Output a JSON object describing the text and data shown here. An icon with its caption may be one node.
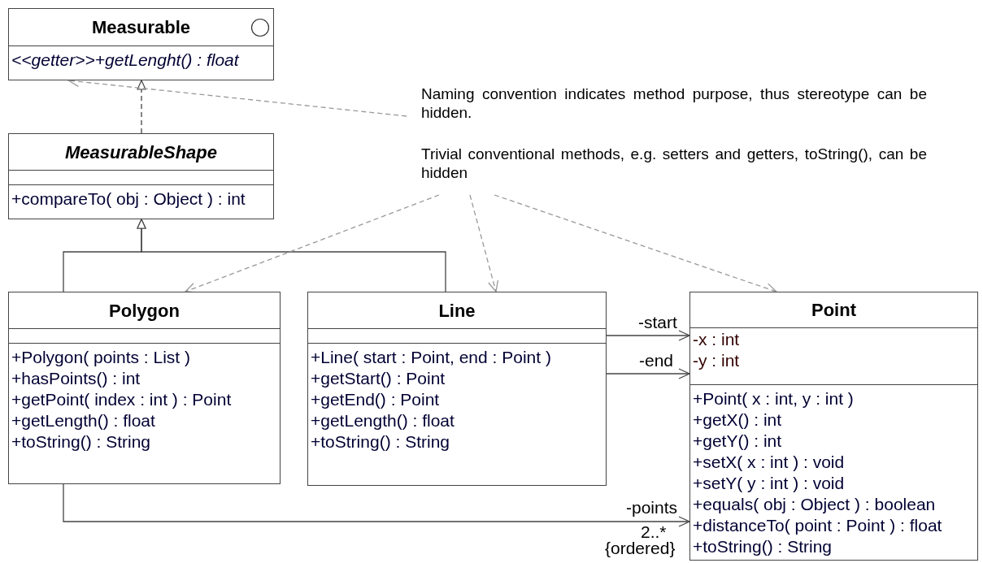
{
  "diagram": {
    "nodes": [
      {
        "text": [
          "Measurable",
          "<<getter>>+getLenght() : float"
        ]
      },
      {
        "text": [
          "MeasurableShape",
          "+compareTo( obj : Object ) : int"
        ]
      },
      {
        "text": [
          "Polygon",
          "+Polygon( points : List )",
          "+hasPoints() : int",
          "+getPoint( index : int ) : Point",
          "+getLength() : float",
          "+toString() : String"
        ]
      },
      {
        "text": [
          "Line",
          "+Line( start : Point, end : Point )",
          "+getStart() : Point",
          "+getEnd() : Point",
          "+getLength() : float",
          "+toString() : String"
        ]
      },
      {
        "text": [
          "Point",
          "-x : int",
          "-y : int",
          "+Point( x : int, y : int )",
          "+getX() : int",
          "+getY() : int",
          "+setX( x : int ) : void",
          "+setY( y : int ) : void",
          "+equals( obj : Object ) : boolean",
          "+distanceTo( point : Point ) : float",
          "+toString() : String"
        ]
      },
      {
        "text": [
          "Naming convention indicates method purpose, thus stereotype can be hidden."
        ]
      },
      {
        "text": [
          "Trivial conventional methods, e.g. setters and getters, toString(), can be hidden"
        ]
      }
    ],
    "edges": [
      {
        "from": 1,
        "to": 0,
        "arrow": "to",
        "style": "dashed"
      },
      {
        "from": 2,
        "to": 1,
        "arrow": "to"
      },
      {
        "from": 3,
        "to": 1,
        "arrow": "to"
      },
      {
        "from": 5,
        "to": 0,
        "arrow": "to",
        "style": "dashed",
        "color": "#999999"
      },
      {
        "from": 6,
        "to": 2,
        "arrow": "to",
        "style": "dashed",
        "color": "#999999"
      },
      {
        "from": 6,
        "to": 3,
        "arrow": "to",
        "style": "dashed",
        "color": "#999999"
      },
      {
        "from": 6,
        "to": 4,
        "arrow": "to",
        "style": "dashed",
        "color": "#999999"
      },
      {
        "from": 3,
        "to": 4,
        "arrow": "to",
        "label": "-start"
      },
      {
        "from": 3,
        "to": 4,
        "arrow": "to",
        "label": "-end"
      },
      {
        "from": 2,
        "to": 4,
        "arrow": "to",
        "label": "-points"
      }
    ],
    "labels": [
      "2..*",
      "{ordered}"
    ]
  }
}
